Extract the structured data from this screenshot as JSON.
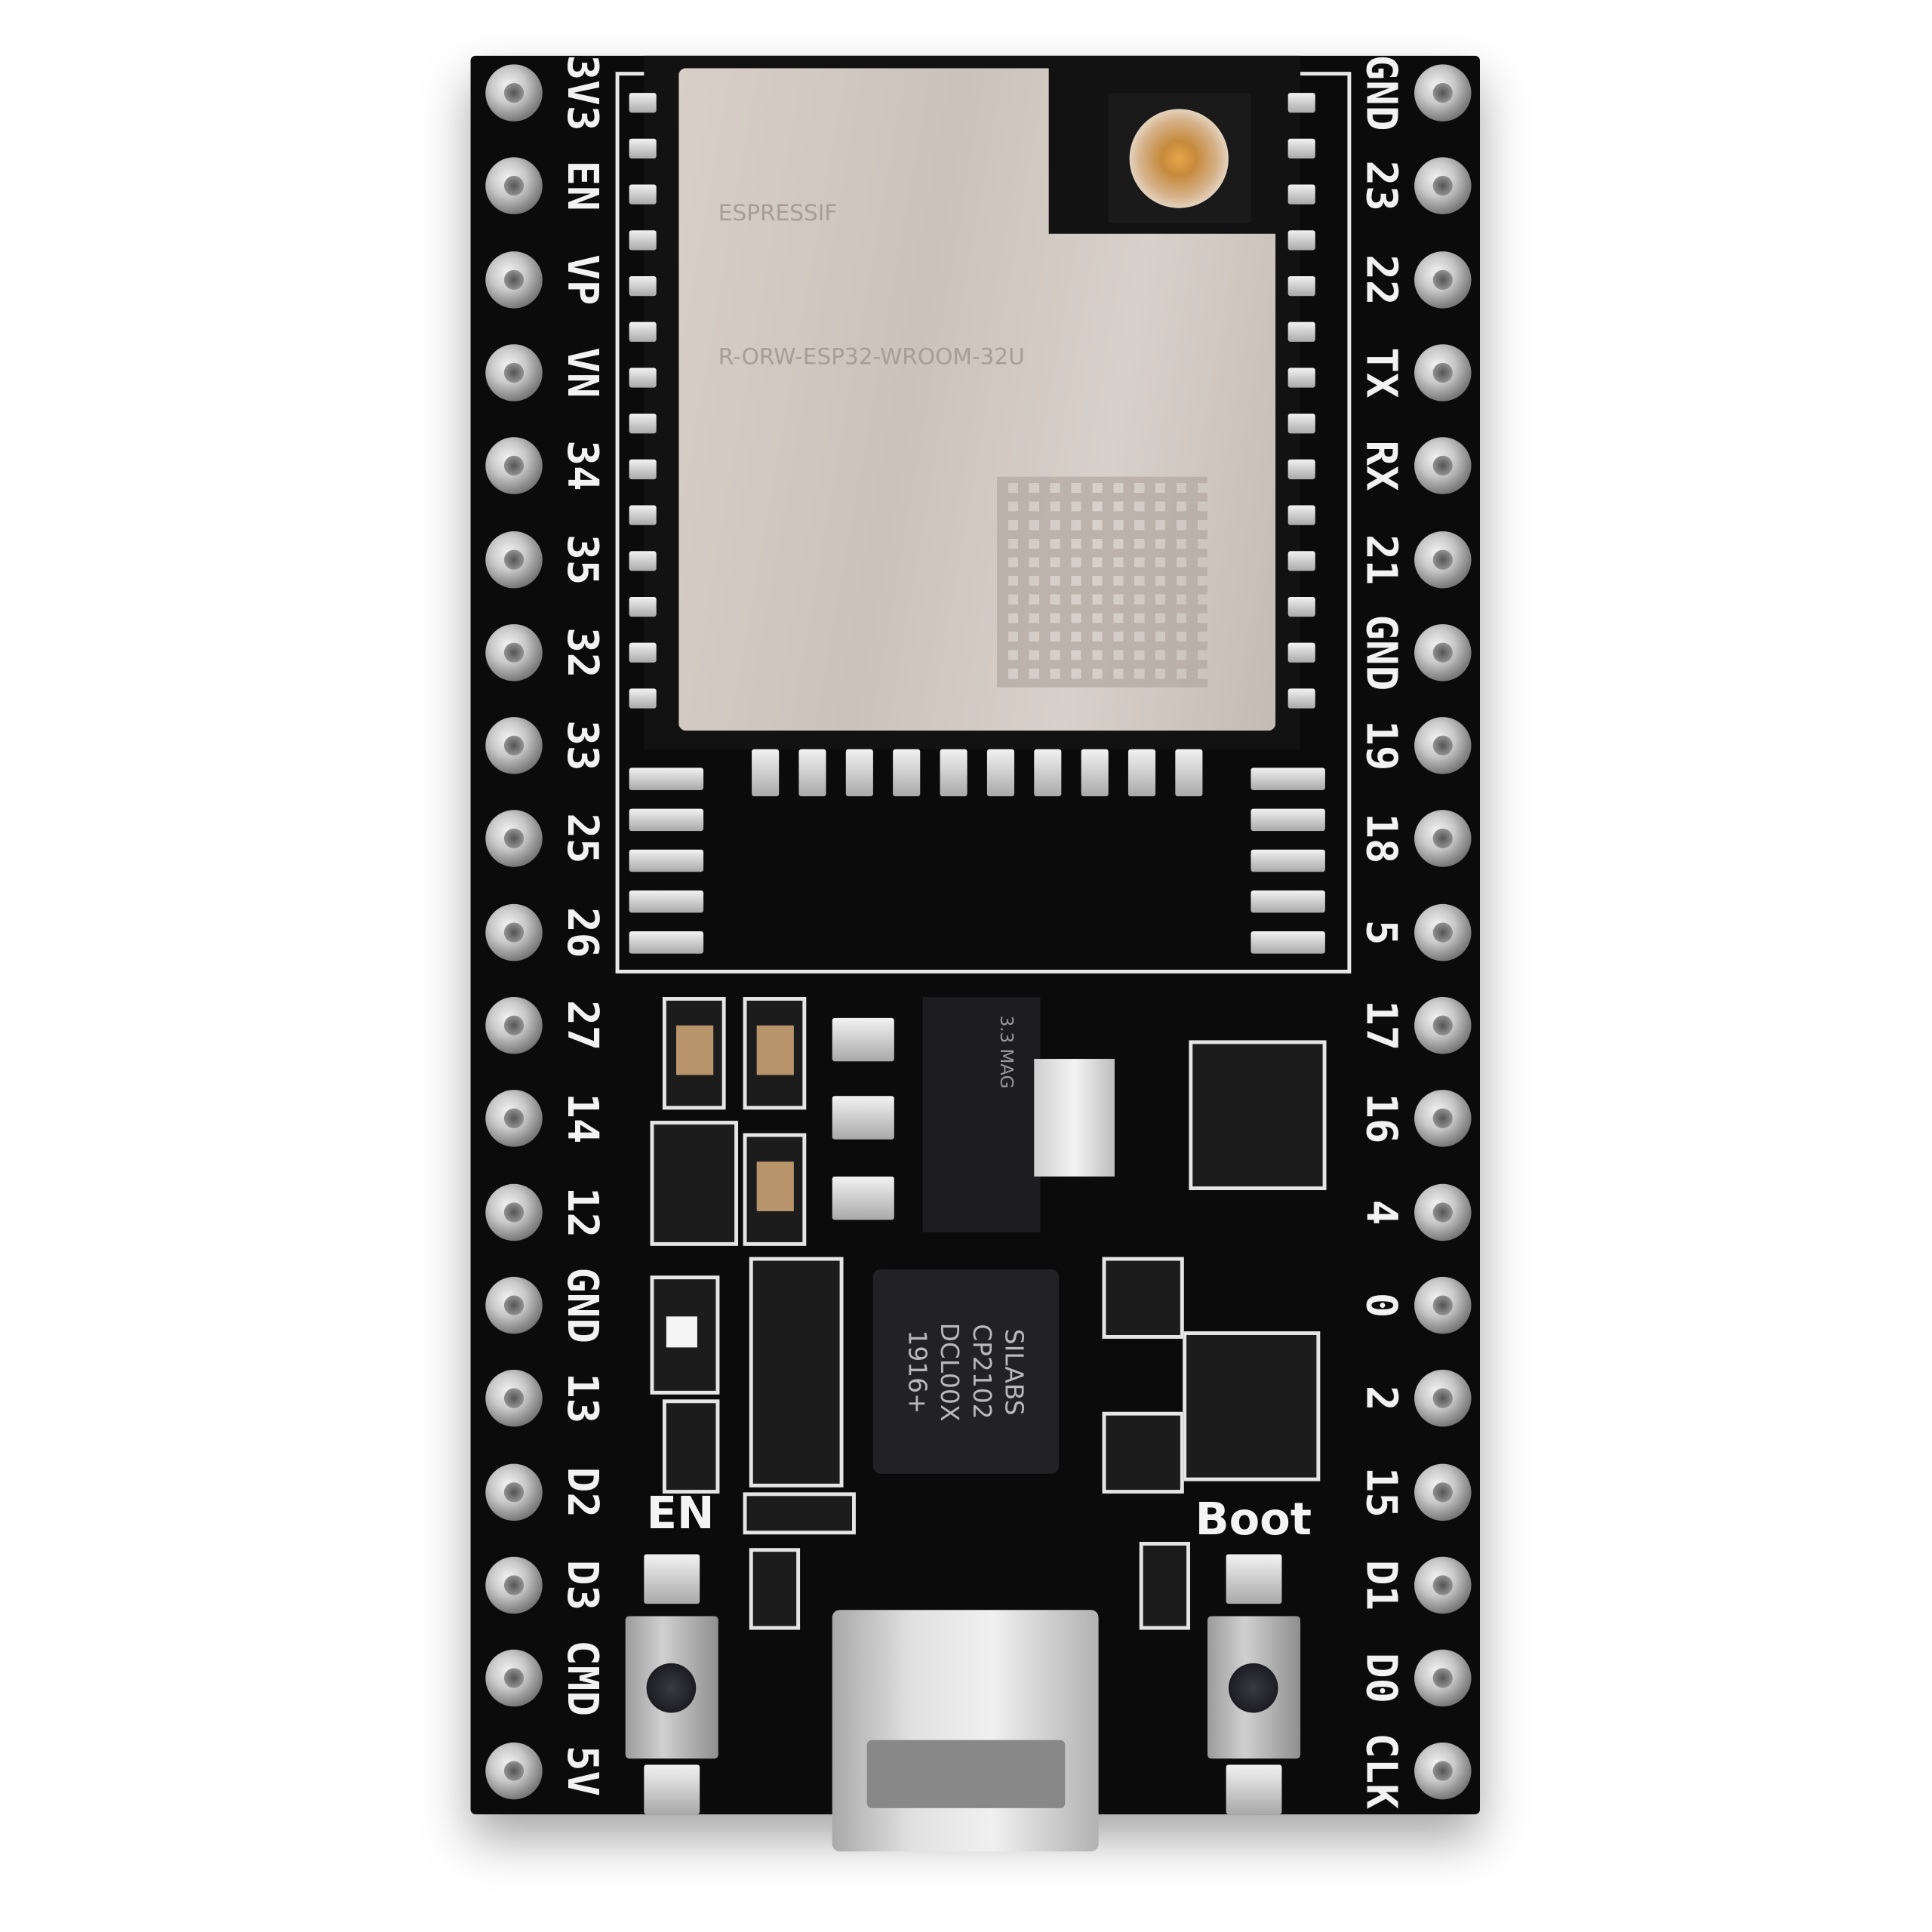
{
  "board": {
    "left_pins": [
      "3V3",
      "EN",
      "VP",
      "VN",
      "34",
      "35",
      "32",
      "33",
      "25",
      "26",
      "27",
      "14",
      "12",
      "GND",
      "13",
      "D2",
      "D3",
      "CMD",
      "5V"
    ],
    "right_pins": [
      "GND",
      "23",
      "22",
      "TX",
      "RX",
      "21",
      "GND",
      "19",
      "18",
      "5",
      "17",
      "16",
      "4",
      "0",
      "2",
      "15",
      "D1",
      "D0",
      "CLK"
    ],
    "button_labels": {
      "en": "EN",
      "boot": "Boot"
    },
    "usb_chip_text": [
      "SILABS",
      "CP2102",
      "DCL00X",
      "1916+"
    ],
    "regulator_text": "3.3 MAG",
    "module_text": [
      "ESPRESSIF",
      "R-ORW-ESP32-WROOM-32U"
    ],
    "colors": {
      "pcb": "#0b0b0c",
      "silkscreen": "#f2f2f2",
      "shield": "#d3cac3",
      "antenna_connector": "#d6a050"
    }
  }
}
